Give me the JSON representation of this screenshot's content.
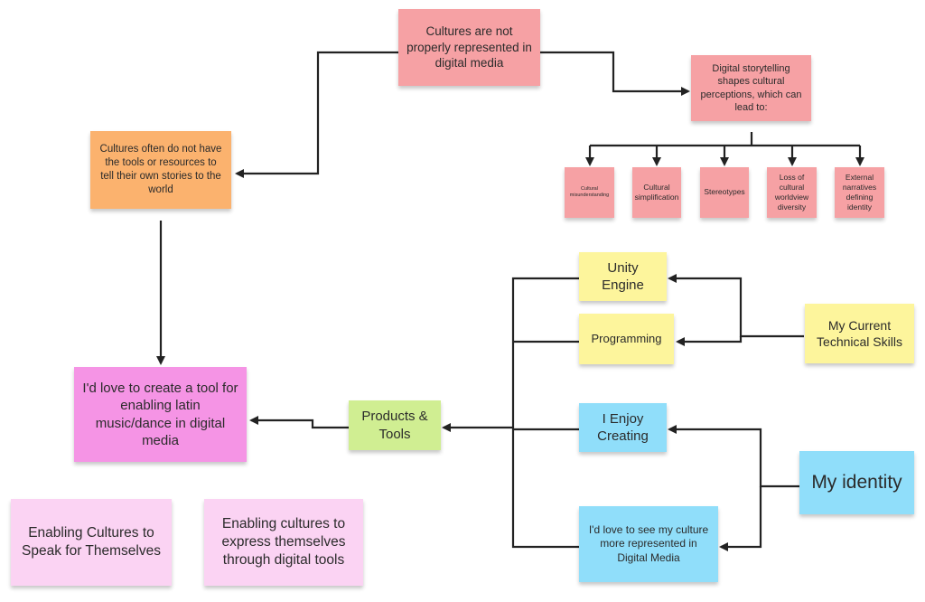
{
  "notes": {
    "not_represented": "Cultures are not properly represented in digital media",
    "storytelling": "Digital storytelling shapes cultural perceptions, which can lead to:",
    "no_tools": "Cultures often do not have the tools or resources to tell their own stories to the world",
    "consequences": [
      "Cultural misunderstanding",
      "Cultural simplification",
      "Stereotypes",
      "Loss of cultural worldview diversity",
      "External narratives defining identity"
    ],
    "unity": "Unity Engine",
    "programming": "Programming",
    "skills": "My Current Technical Skills",
    "enjoy": "I Enjoy Creating",
    "identity": "My identity",
    "see_culture": "I'd love to see my culture more represented in Digital Media",
    "products": "Products & Tools",
    "create_tool": "I'd love to create a tool for enabling latin music/dance in digital media",
    "speak": "Enabling Cultures to Speak for Themselves",
    "express": "Enabling cultures to express themselves through digital tools"
  },
  "colors": {
    "problem": "#f6a1a4",
    "barrier": "#fbb26e",
    "skill": "#fdf59c",
    "identity": "#90defa",
    "product": "#d0ee92",
    "goal": "#f594e5",
    "outcome": "#fbd3f3",
    "connector": "#222222"
  }
}
